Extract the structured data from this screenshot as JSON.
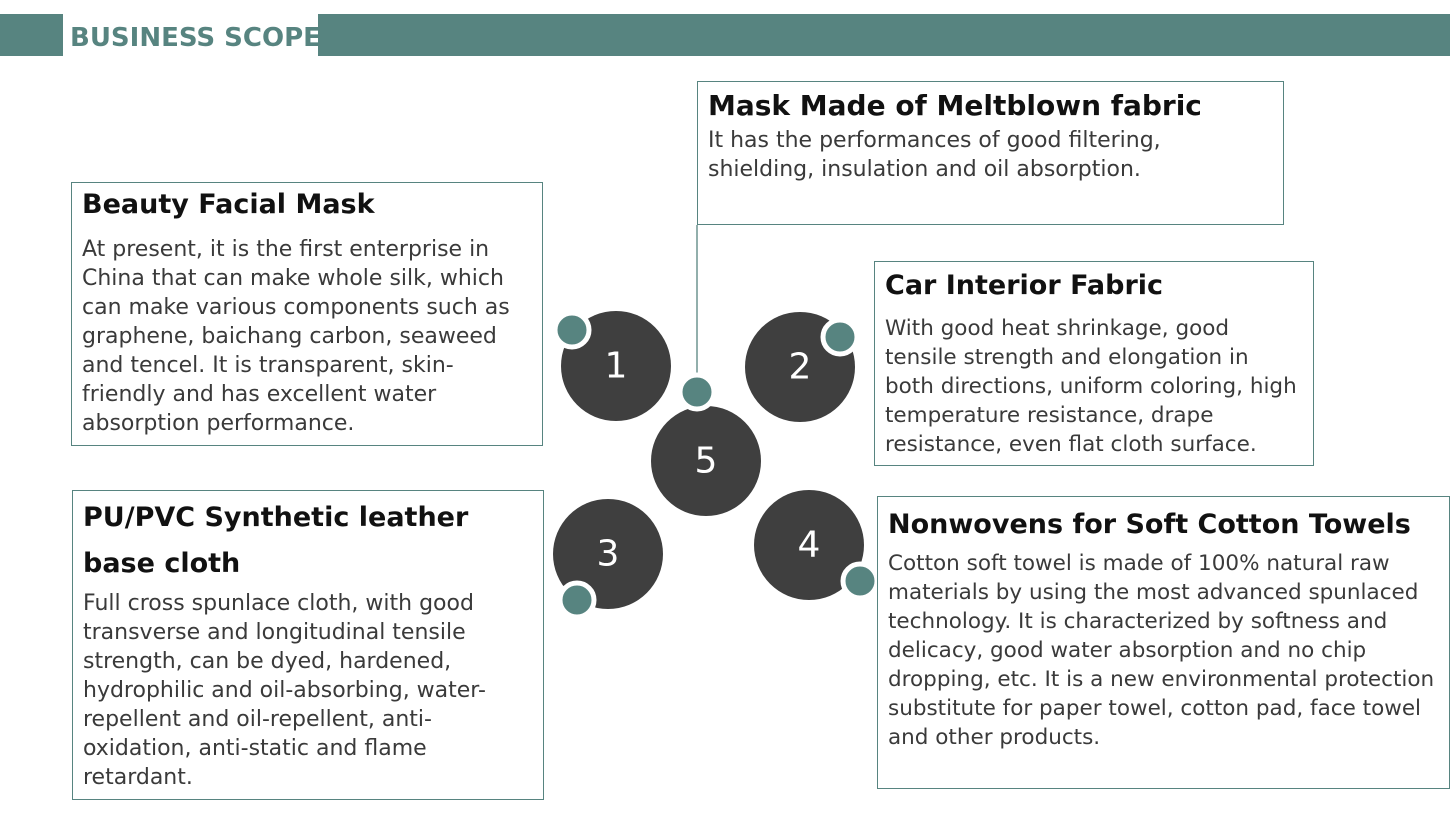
{
  "header": {
    "title": "BUSINESS SCOPE"
  },
  "colors": {
    "accent": "#578480",
    "node": "#3f3f3f"
  },
  "nodes": [
    {
      "label": "1"
    },
    {
      "label": "2"
    },
    {
      "label": "3"
    },
    {
      "label": "4"
    },
    {
      "label": "5"
    }
  ],
  "items": {
    "beauty_facial_mask": {
      "title": "Beauty Facial Mask",
      "text": "At present, it is the first enterprise in China that can make whole silk, which can make various components such as graphene, baichang carbon, seaweed and tencel. It is transparent, skin-friendly and has excellent water absorption performance."
    },
    "car_interior_fabric": {
      "title": "Car Interior Fabric",
      "text": "With good heat shrinkage, good tensile strength and elongation in both directions, uniform coloring, high temperature resistance, drape resistance, even flat cloth surface."
    },
    "synthetic_leather": {
      "title": "PU/PVC Synthetic leather base cloth",
      "text": "Full cross spunlace cloth, with good transverse and longitudinal tensile strength, can be dyed, hardened, hydrophilic and oil-absorbing, water-repellent and oil-repellent, anti-oxidation, anti-static and flame retardant."
    },
    "soft_cotton_towels": {
      "title": "Nonwovens for Soft Cotton Towels",
      "text": "Cotton soft towel is made of 100% natural raw materials by using the most advanced spunlaced technology. It is characterized by softness and delicacy, good water absorption and no chip dropping, etc. It is a new environmental protection substitute for paper towel, cotton pad, face towel and other products."
    },
    "meltblown_mask": {
      "title": "Mask Made of Meltblown fabric",
      "text": "It has the performances of good filtering, shielding, insulation and oil absorption."
    }
  }
}
